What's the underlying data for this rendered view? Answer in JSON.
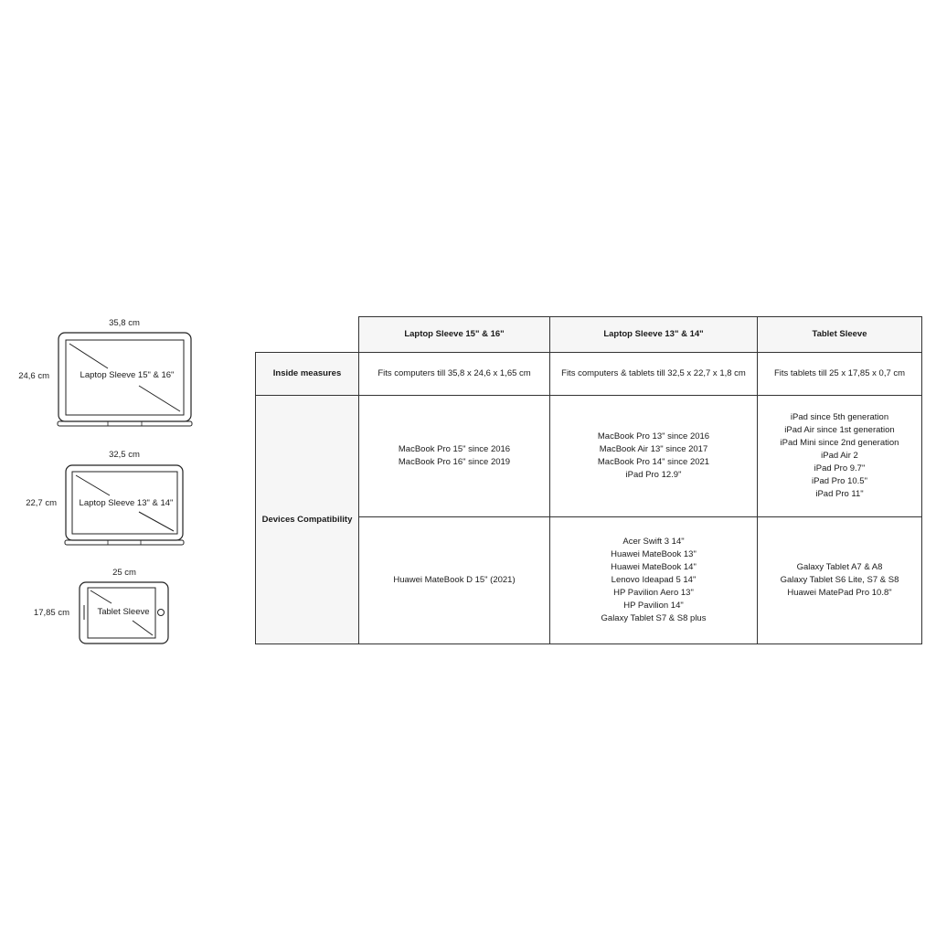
{
  "devices": [
    {
      "name": "laptop-15-16",
      "label": "Laptop Sleeve 15\" & 16\"",
      "width": "35,8 cm",
      "height": "24,6 cm"
    },
    {
      "name": "laptop-13-14",
      "label": "Laptop Sleeve 13\" & 14\"",
      "width": "32,5 cm",
      "height": "22,7 cm"
    },
    {
      "name": "tablet",
      "label": "Tablet Sleeve",
      "width": "25 cm",
      "height": "17,85 cm"
    }
  ],
  "table": {
    "columns": [
      "Laptop Sleeve 15\" & 16\"",
      "Laptop Sleeve 13\" & 14\"",
      "Tablet Sleeve"
    ],
    "inside_label": "Inside measures",
    "inside": [
      "Fits computers till 35,8 x 24,6 x 1,65 cm",
      "Fits computers & tablets till 32,5 x 22,7 x 1,8 cm",
      "Fits tablets till 25 x 17,85 x 0,7 cm"
    ],
    "compat_label": "Devices Compatibility",
    "compat_a": [
      [
        "MacBook Pro 15\" since 2016",
        "MacBook Pro 16\" since 2019"
      ],
      [
        "MacBook Pro 13\" since 2016",
        "MacBook Air 13\" since 2017",
        "MacBook Pro 14\" since 2021",
        "iPad Pro 12.9\""
      ],
      [
        "iPad since 5th generation",
        "iPad Air since 1st generation",
        "iPad Mini since 2nd generation",
        "iPad Air 2",
        "iPad Pro 9.7\"",
        "iPad Pro 10.5\"",
        "iPad Pro 11\""
      ]
    ],
    "compat_b": [
      [
        "Huawei MateBook D 15\" (2021)"
      ],
      [
        "Acer Swift 3 14\"",
        "Huawei MateBook 13\"",
        "Huawei MateBook 14\"",
        "Lenovo Ideapad 5 14\"",
        "HP Pavilion Aero 13\"",
        "HP Pavilion 14\"",
        "Galaxy Tablet S7 & S8 plus"
      ],
      [
        "Galaxy Tablet A7 & A8",
        "Galaxy Tablet S6 Lite, S7 & S8",
        "Huawei MatePad Pro 10.8\""
      ]
    ]
  }
}
